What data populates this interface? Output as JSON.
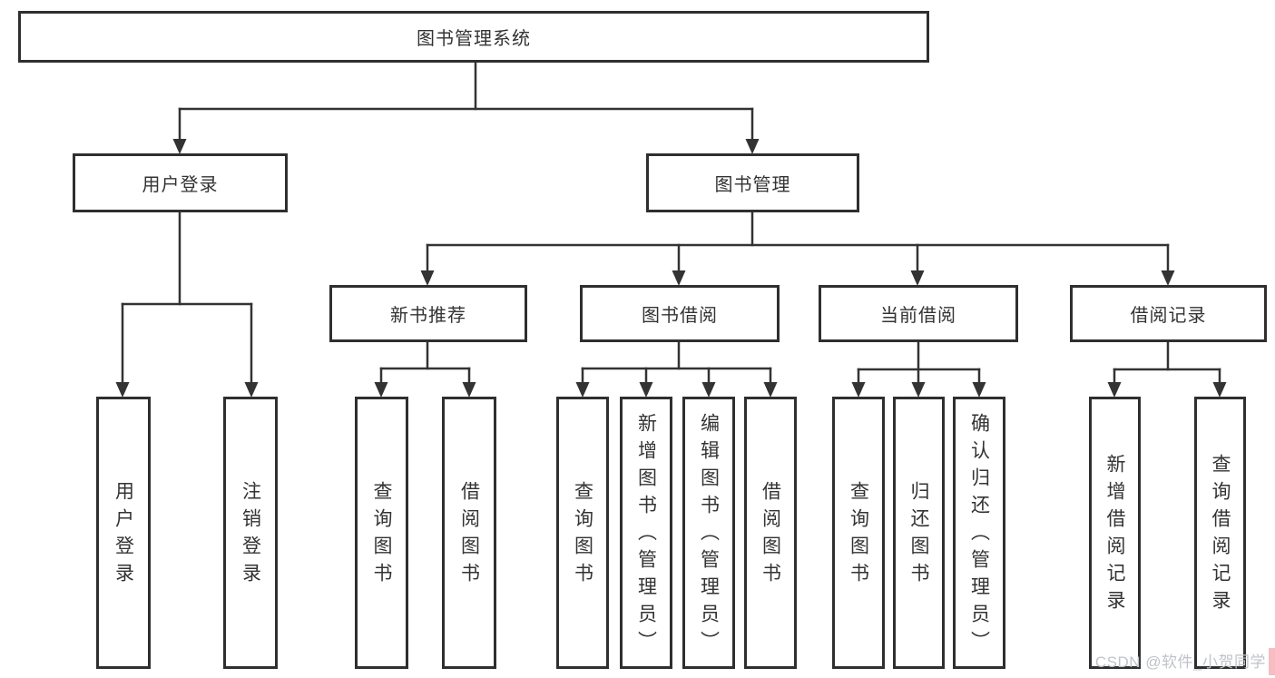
{
  "diagram": {
    "root": {
      "label": "图书管理系统",
      "children": [
        {
          "label": "用户登录",
          "children": [
            {
              "label": "用户登录"
            },
            {
              "label": "注销登录"
            }
          ]
        },
        {
          "label": "图书管理",
          "children": [
            {
              "label": "新书推荐",
              "children": [
                {
                  "label": "查询图书"
                },
                {
                  "label": "借阅图书"
                }
              ]
            },
            {
              "label": "图书借阅",
              "children": [
                {
                  "label": "查询图书"
                },
                {
                  "label": "新增图书（管理员）"
                },
                {
                  "label": "编辑图书（管理员）"
                },
                {
                  "label": "借阅图书"
                }
              ]
            },
            {
              "label": "当前借阅",
              "children": [
                {
                  "label": "查询图书"
                },
                {
                  "label": "归还图书"
                },
                {
                  "label": "确认归还（管理员）"
                }
              ]
            },
            {
              "label": "借阅记录",
              "children": [
                {
                  "label": "新增借阅记录"
                },
                {
                  "label": "查询借阅记录"
                }
              ]
            }
          ]
        }
      ]
    }
  },
  "watermark": {
    "text": "CSDN @软件_小贺同学"
  },
  "colors": {
    "line": "#333333",
    "box_border": "#2f2f2f",
    "text": "#333333",
    "background": "#ffffff",
    "watermark_text": "#bfc3c9",
    "watermark_accent": "#f6bdc2"
  }
}
